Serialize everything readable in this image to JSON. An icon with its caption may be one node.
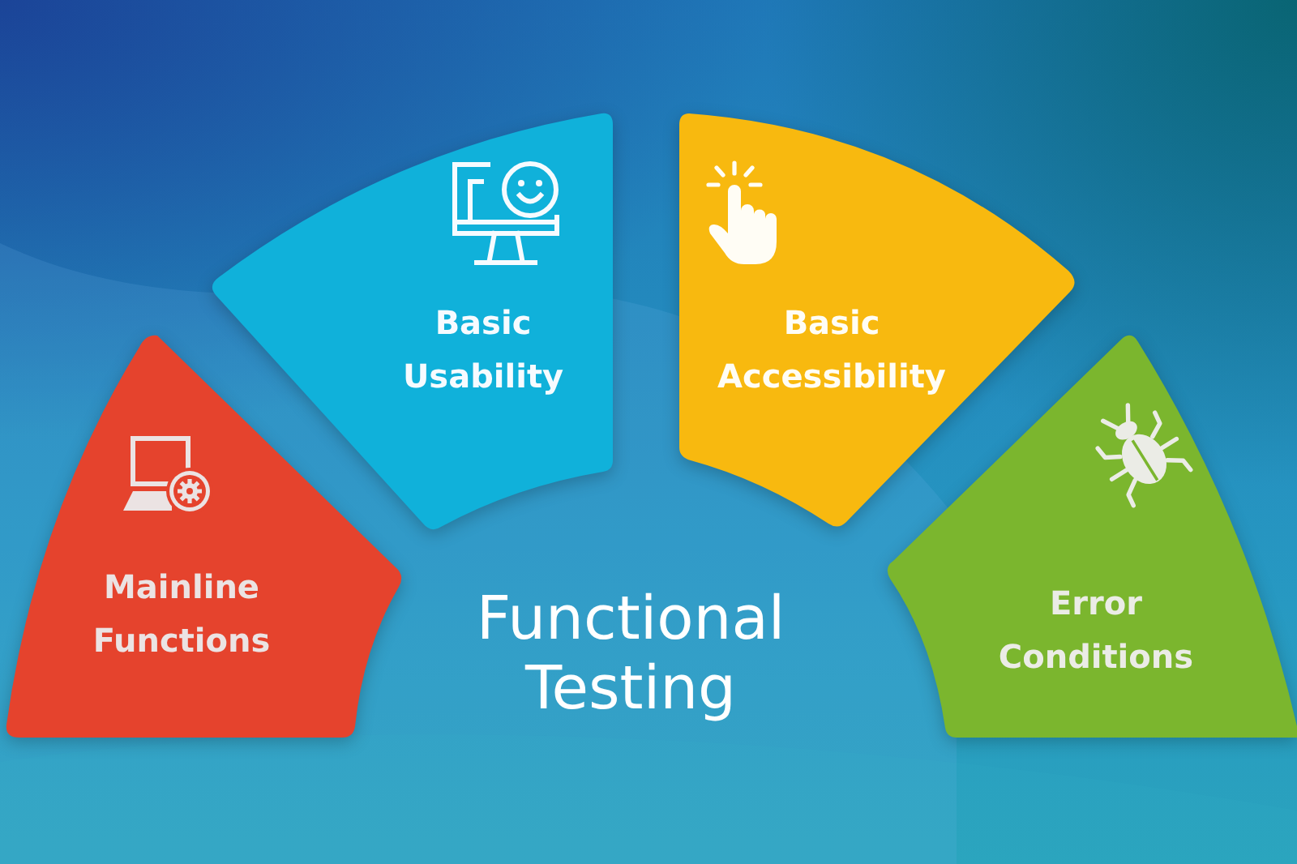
{
  "diagram": {
    "title": "Functional Testing",
    "nodes": [
      {
        "text": [
          "Mainline Functions"
        ]
      },
      {
        "text": [
          "Basic Usability"
        ]
      },
      {
        "text": [
          "Basic Accessibility"
        ]
      },
      {
        "text": [
          "Error Conditions"
        ]
      }
    ]
  }
}
